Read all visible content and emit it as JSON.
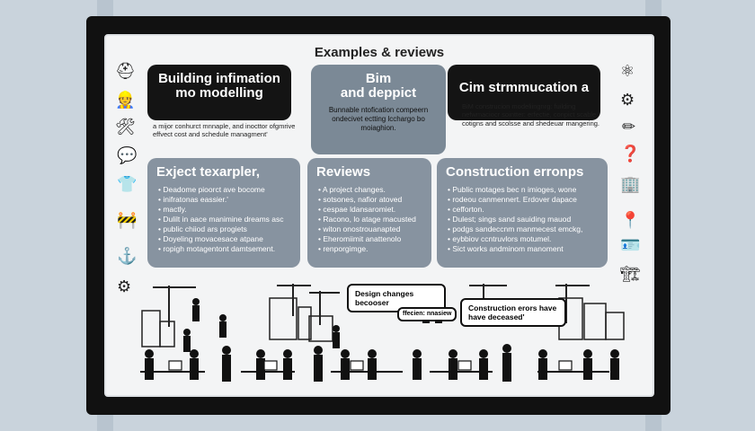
{
  "title": "Examples & reviews",
  "cards": {
    "bim_modelling": {
      "heading_1": "Building infimation",
      "heading_2": "mo modelling",
      "body": "a mijor conhurct mnnaple, and inocttor ofgmrive effvect cost and schedule managment'"
    },
    "bim_depict": {
      "heading_1": "Bim",
      "heading_2": "and deppict",
      "body": "Bunnable ntofication compeern ondecivet ectting lcchargo bo moiaghion."
    },
    "cim": {
      "heading": "Cim strmmucation a",
      "body": "BiM construcion modeliingnrg: fuilding nefwmaciocr sointter: erfectie, conpict scable cotigns and scolsse and shedeuar mangering."
    },
    "examples": {
      "heading": "Exject texarpler,",
      "items": [
        "Deadome pioorct ave bocome",
        "inifratonas eassier.'",
        "mactly.",
        "Dulilt in aace manimine dreams asc",
        "public chiiod ars progiets",
        "Doyeling movacesace atpane",
        "ropigh motagentont damtsement."
      ]
    },
    "reviews": {
      "heading": "Reviews",
      "items": [
        "A project changes.",
        "sotsones, nafior atoved",
        "cespae ldansaromiet.",
        "Racono, lo atage macusted",
        "witon onostrouanapted",
        "Eheromiimit anattenolo",
        "renporgimge."
      ]
    },
    "errors": {
      "heading": "Construction erronps",
      "items": [
        "Public motages bec n imioges, wone",
        "rodeou canmennert. Erdover dapace",
        "cefforton.",
        "Dulest; sings sand sauiding mauod",
        "podgs sandeccnm manmecest emckg,",
        "eybbiov ccntruvlors motumel.",
        "Sict works andminom manoment"
      ]
    }
  },
  "bubbles": {
    "design": "Design changes becooser",
    "design_sub": "ffecien: nnasiew",
    "errors": "Construction erors have have deceased'"
  },
  "icons": {
    "left": [
      "cap-icon",
      "worker-icon",
      "tools-icon",
      "chat-icon",
      "map-pin-icon",
      "tshirt-icon",
      "cones-icon",
      "crane-hook-icon"
    ],
    "right": [
      "atom-icon",
      "gear-icon",
      "lightbulb-icon",
      "pencil-icon",
      "question-icon",
      "building-icon",
      "location-card-icon",
      "id-card-icon",
      "excavator-icon"
    ]
  }
}
